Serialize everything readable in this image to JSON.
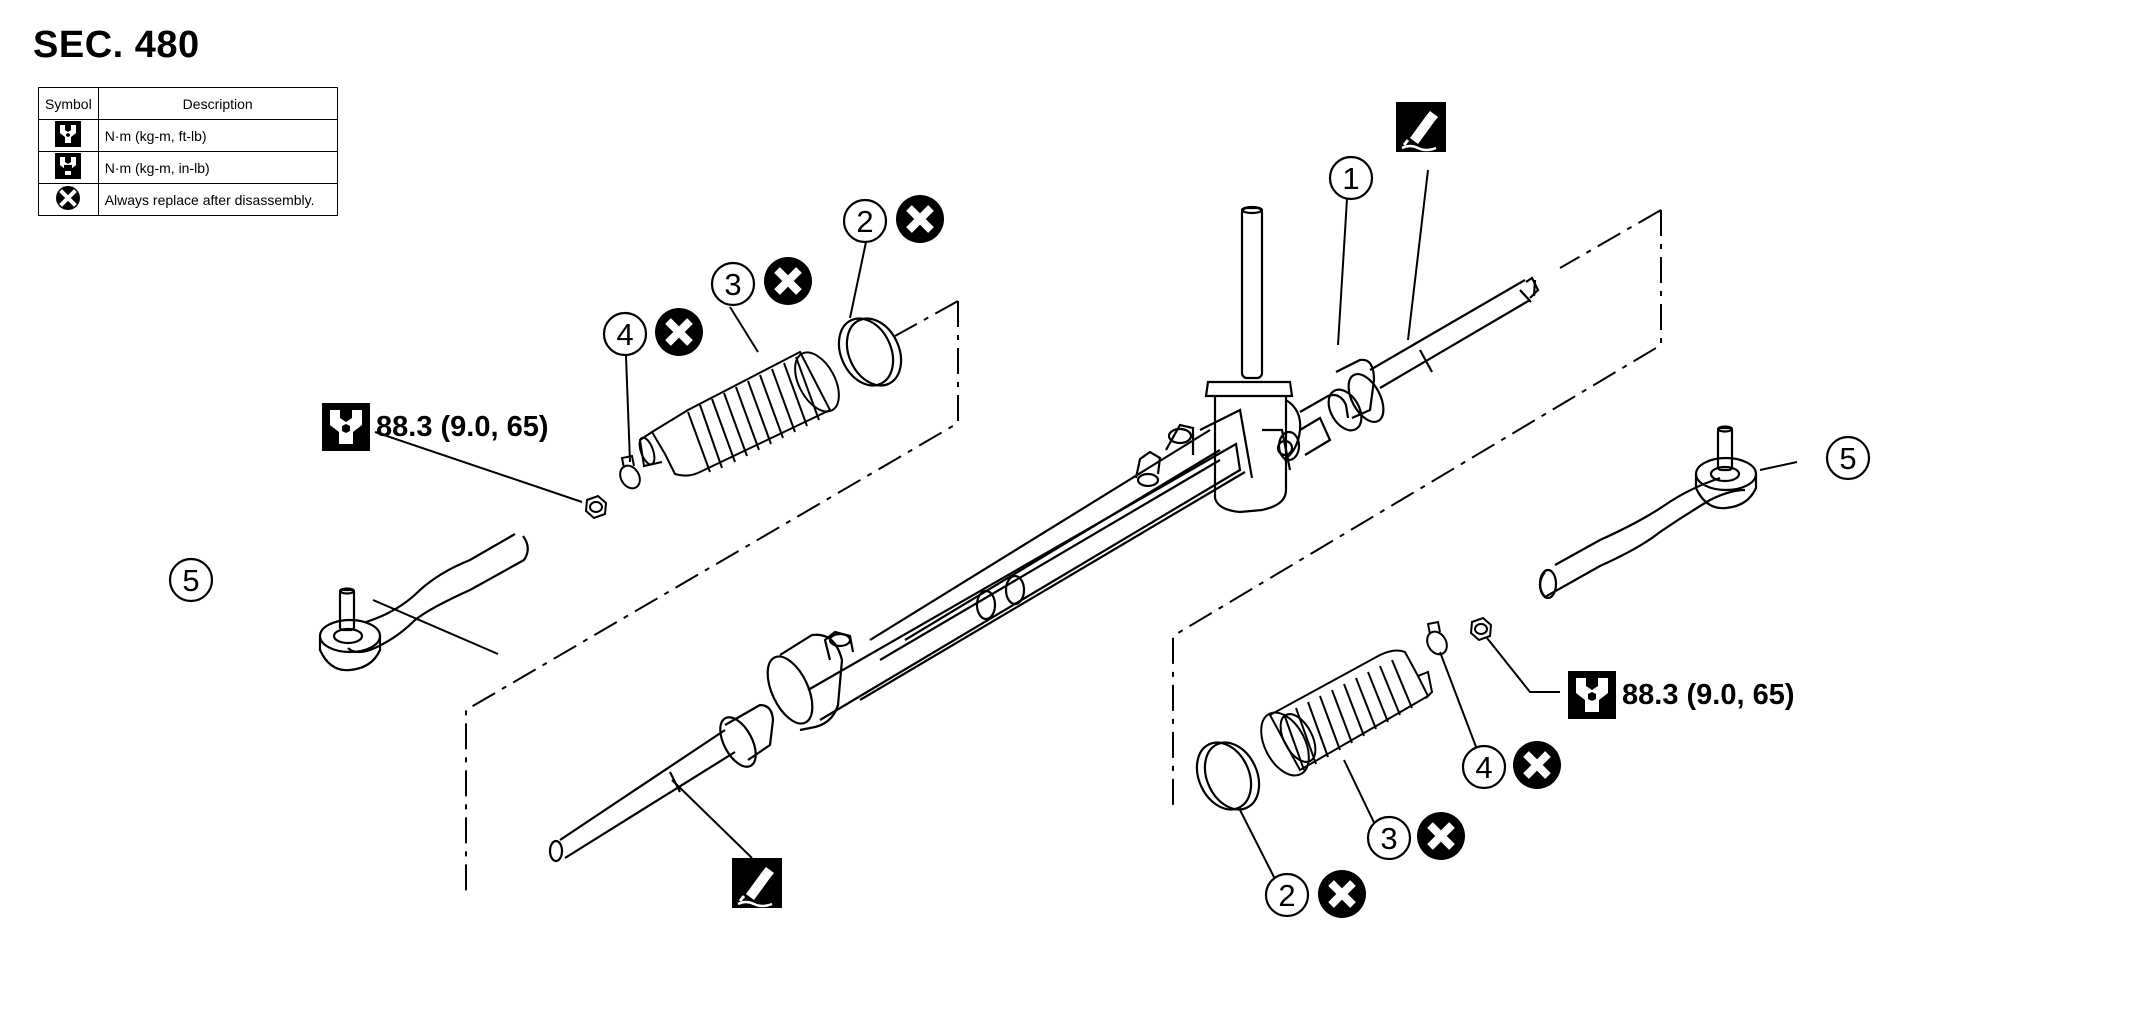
{
  "section_title": "SEC. 480",
  "legend": {
    "header_symbol": "Symbol",
    "header_description": "Description",
    "rows": [
      {
        "icon": "torque-wrench-icon",
        "description": "N·m (kg-m, ft-lb)"
      },
      {
        "icon": "torque-wrench-small-icon",
        "description": "N·m (kg-m, in-lb)"
      },
      {
        "icon": "replace-x-icon",
        "description": "Always replace after disassembly."
      }
    ]
  },
  "torque_left": "88.3 (9.0, 65)",
  "torque_right": "88.3 (9.0, 65)",
  "part_numbers": {
    "p1": "1",
    "p2": "2",
    "p3": "3",
    "p4": "4",
    "p5": "5"
  }
}
